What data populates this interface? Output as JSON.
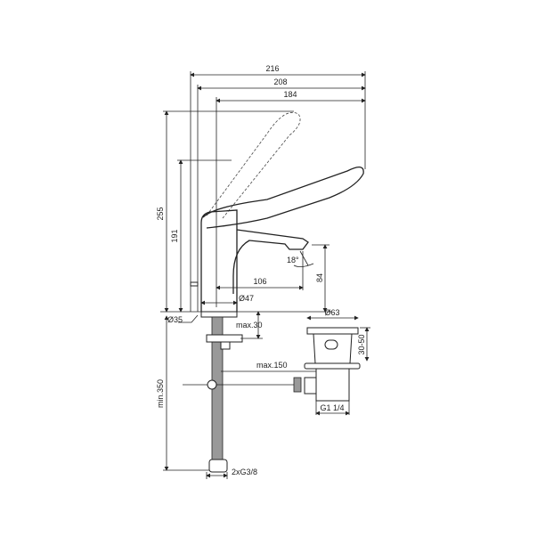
{
  "dimensions": {
    "overall_length": "216",
    "length_208": "208",
    "length_184": "184",
    "height_raised": "255",
    "height_191": "191",
    "spout_angle": "18°",
    "spout_reach": "106",
    "spout_height": "84",
    "body_diameter": "Ø47",
    "hole_diameter": "Ø35",
    "max_thickness": "max.30",
    "waste_diameter": "Ø63",
    "waste_range": "30-50",
    "rod_length": "max.150",
    "min_length": "min.350",
    "waste_thread": "G1 1/4",
    "hose_thread": "2xG3/8"
  }
}
